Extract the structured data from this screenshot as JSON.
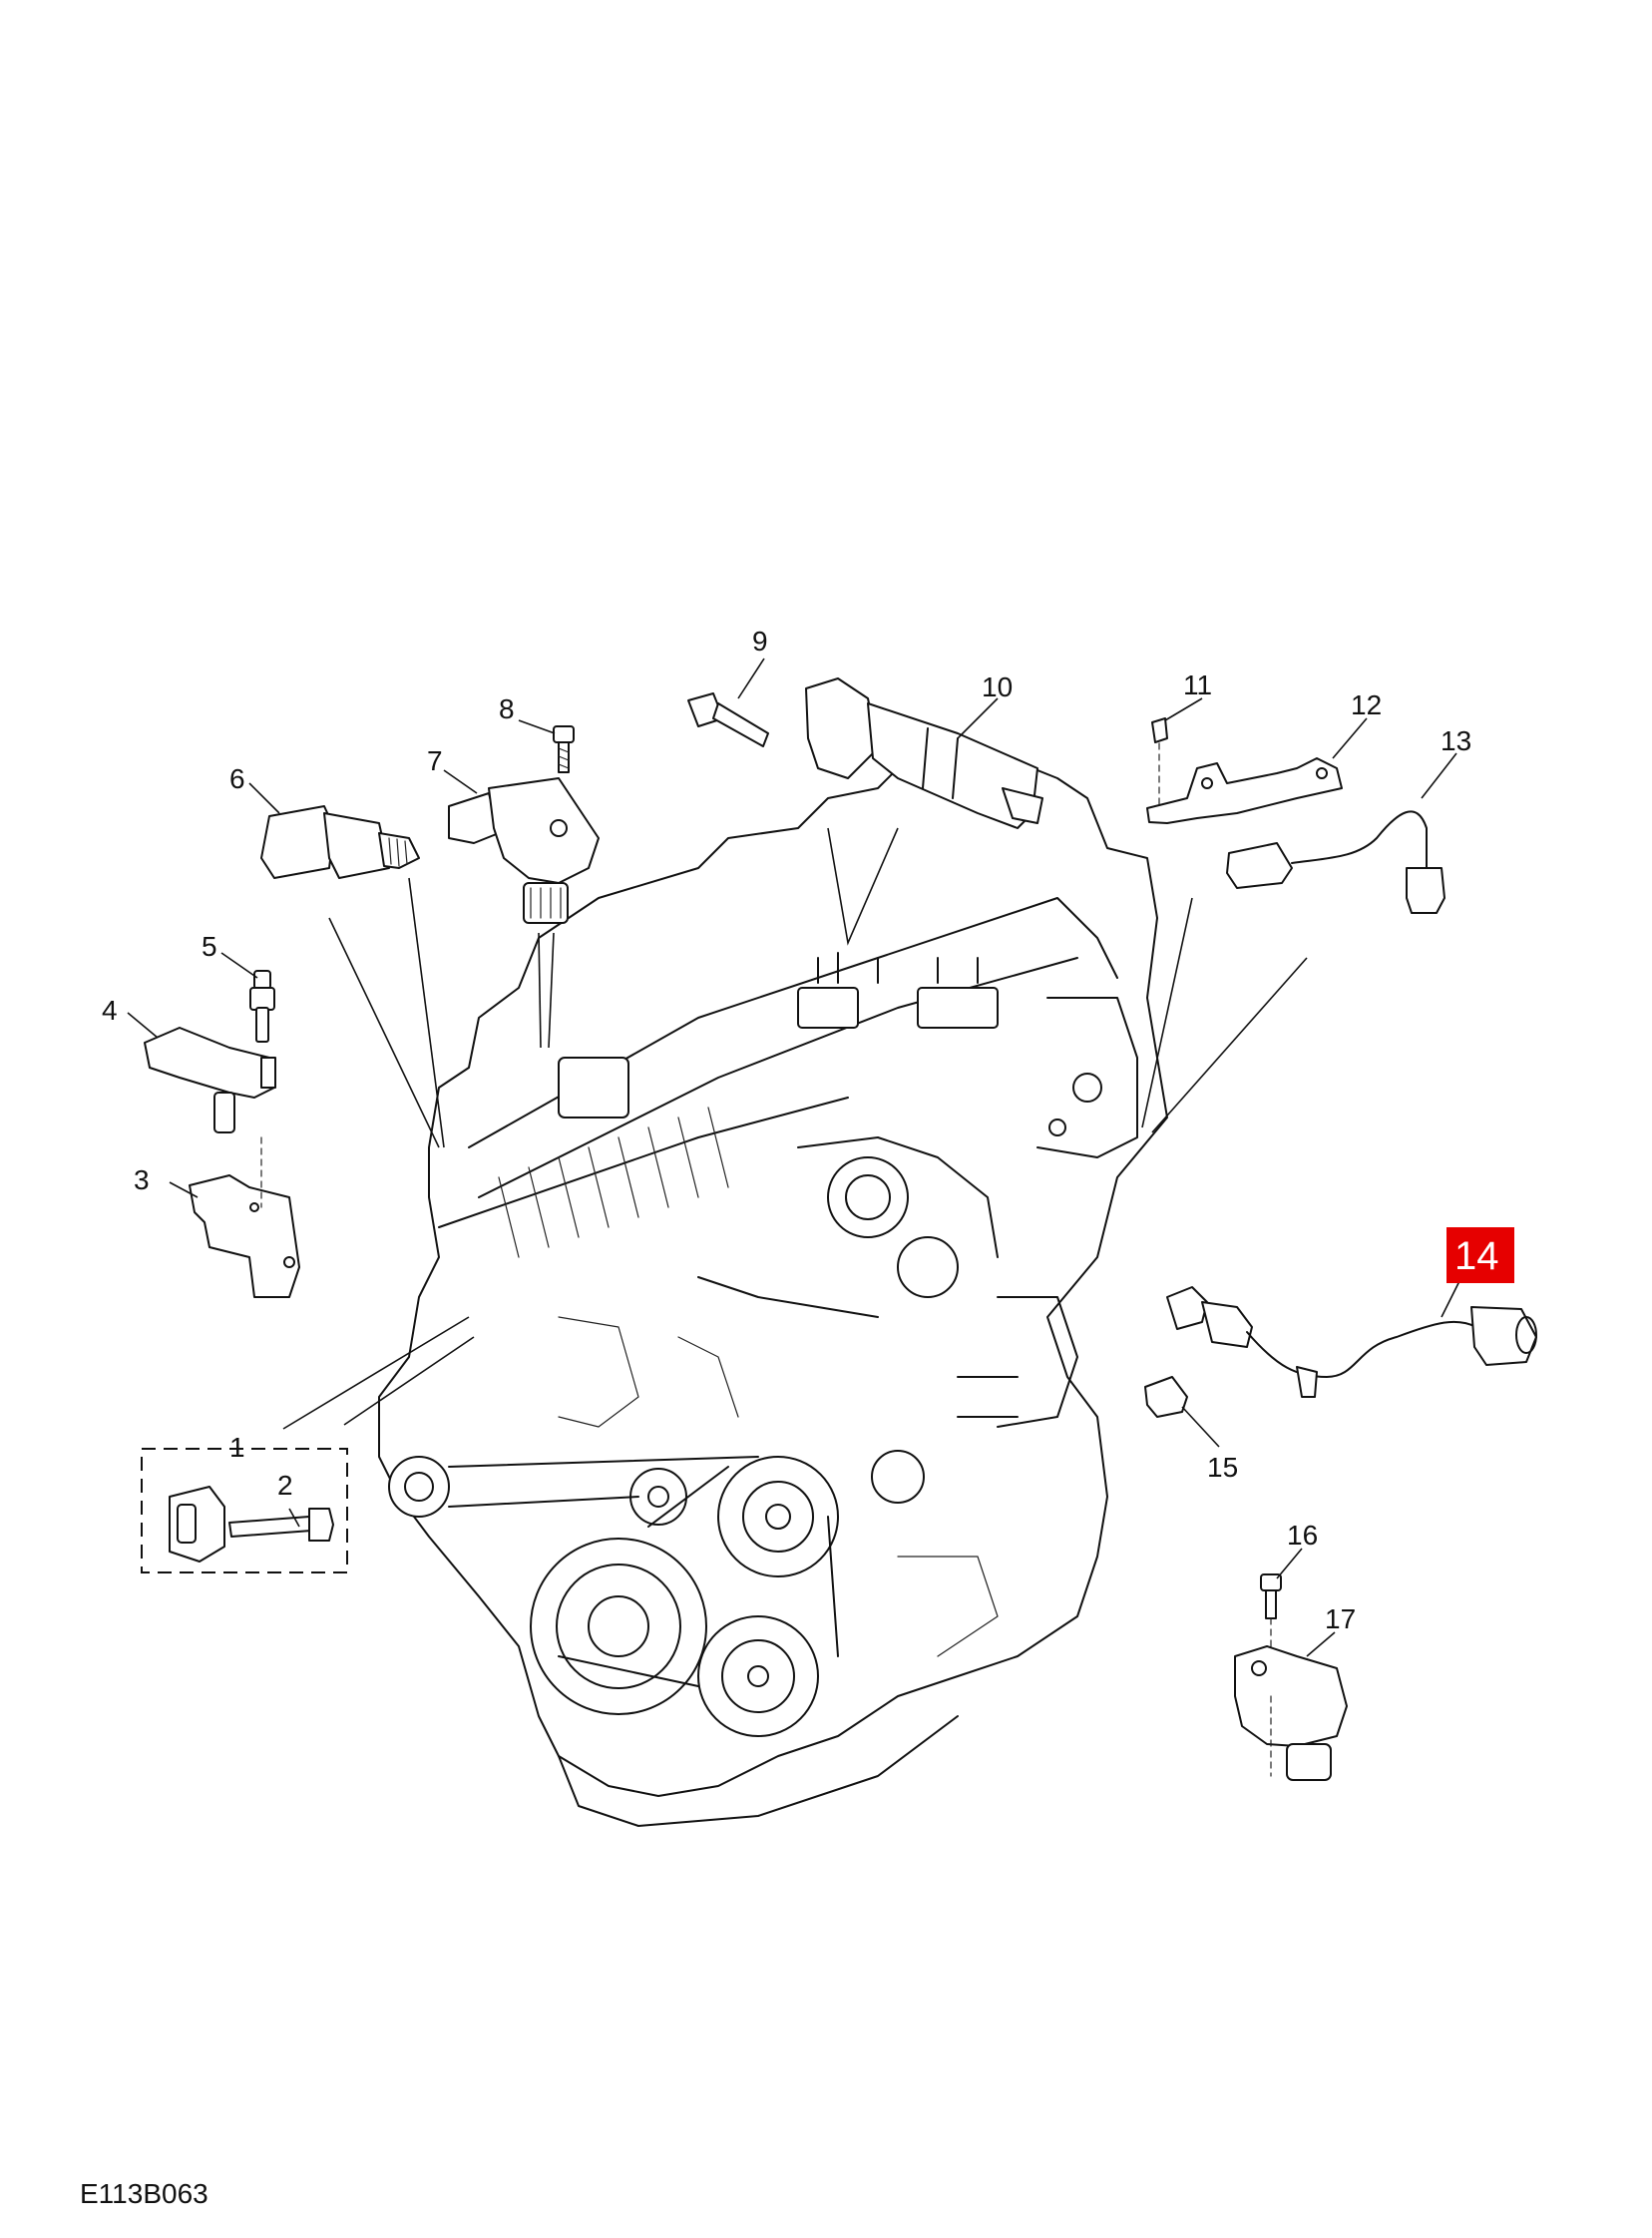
{
  "callouts": [
    "1",
    "2",
    "3",
    "4",
    "5",
    "6",
    "7",
    "8",
    "9",
    "10",
    "11",
    "12",
    "13",
    "14",
    "15",
    "16",
    "17"
  ],
  "highlight": {
    "label": "14",
    "color": "#e60000"
  },
  "figure_ref": "E113B063",
  "parts_icons": [
    "engine-assembly-icon",
    "knock-sensor-icon",
    "bolt-icon",
    "bracket-icon",
    "pressure-sensor-icon",
    "stud-icon",
    "oil-pressure-switch-icon",
    "camshaft-sensor-icon",
    "screw-icon",
    "ignition-coil-icon",
    "clip-icon",
    "harness-bracket-icon",
    "oxygen-sensor-icon",
    "crankshaft-sensor-icon"
  ]
}
